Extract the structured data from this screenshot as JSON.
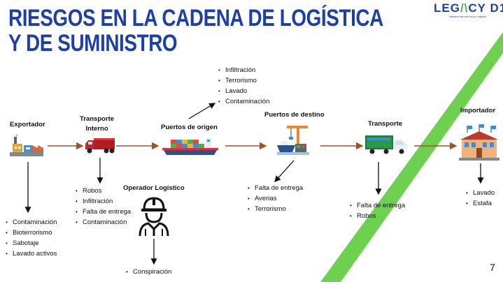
{
  "title_lines": [
    "RIESGOS EN LA CADENA DE LOGÍSTICA",
    "Y DE SUMINISTRO"
  ],
  "logo": {
    "name_part1": "LEG",
    "name_part2": "CY D1",
    "tagline": "Nuestro servicio es su mejora"
  },
  "colors": {
    "title": "#1f3fa8",
    "arrow": "#a0522d",
    "stripe": "#6dd04e",
    "bullet_arrow": "#111111"
  },
  "nodes": {
    "exportador": {
      "label": "Exportador",
      "icon": "factory-icon",
      "risks": [
        "Contaminación",
        "Bioterrorismo",
        "Sabotaje",
        "Lavado activos"
      ]
    },
    "transporte_interno": {
      "label_lines": [
        "Transporte",
        "Interno"
      ],
      "icon": "truck-icon",
      "risks": [
        "Robos",
        "Infiltración",
        "Falta de entrega",
        "Contaminación"
      ]
    },
    "puertos_origen": {
      "label": "Puertos de origen",
      "icon": "cargo-ship-icon",
      "risks": [
        "Infiltración",
        "Terrorismo",
        "Lavado",
        "Contaminación"
      ]
    },
    "operador_logistico": {
      "label": "Operador Logístico",
      "icon": "worker-icon",
      "risks": [
        "Conspiración"
      ]
    },
    "puertos_destino": {
      "label": "Puertos de destino",
      "icon": "port-crane-icon",
      "risks": [
        "Falta de entrega",
        "Averias",
        "Terrorismo"
      ]
    },
    "transporte": {
      "label": "Transporte",
      "icon": "delivery-truck-icon",
      "risks": [
        "Falta de entrega",
        "Robos"
      ]
    },
    "importador": {
      "label": "Importador",
      "icon": "building-icon",
      "risks": [
        "Lavado",
        "Estafa"
      ]
    }
  },
  "page_number": "7"
}
